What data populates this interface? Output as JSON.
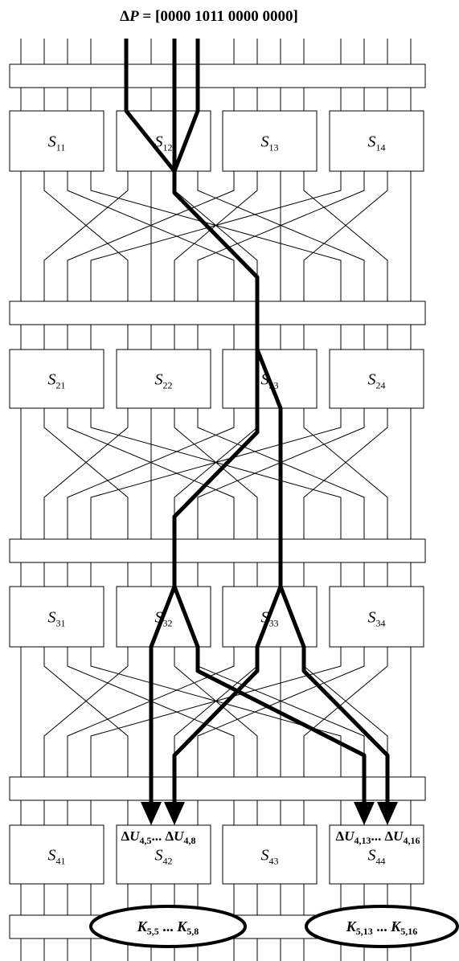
{
  "title": {
    "prefix": "Δ",
    "var": "P",
    "rest": " = [0000 1011 0000 0000]"
  },
  "rounds": [
    {
      "boxes": [
        {
          "sym": "S",
          "sub": "11"
        },
        {
          "sym": "S",
          "sub": "12"
        },
        {
          "sym": "S",
          "sub": "13"
        },
        {
          "sym": "S",
          "sub": "14"
        }
      ]
    },
    {
      "boxes": [
        {
          "sym": "S",
          "sub": "21"
        },
        {
          "sym": "S",
          "sub": "22"
        },
        {
          "sym": "S",
          "sub": "23"
        },
        {
          "sym": "S",
          "sub": "24"
        }
      ]
    },
    {
      "boxes": [
        {
          "sym": "S",
          "sub": "31"
        },
        {
          "sym": "S",
          "sub": "32"
        },
        {
          "sym": "S",
          "sub": "33"
        },
        {
          "sym": "S",
          "sub": "34"
        }
      ]
    },
    {
      "boxes": [
        {
          "sym": "S",
          "sub": "41"
        },
        {
          "sym": "S",
          "sub": "42"
        },
        {
          "sym": "S",
          "sub": "43"
        },
        {
          "sym": "S",
          "sub": "44"
        }
      ]
    }
  ],
  "output_deltas": {
    "left": {
      "a": {
        "d": "Δ",
        "v": "U",
        "sub": "4,5"
      },
      "dots": "...",
      "b": {
        "d": "Δ",
        "v": "U",
        "sub": "4,8"
      }
    },
    "right": {
      "a": {
        "d": "Δ",
        "v": "U",
        "sub": "4,13"
      },
      "dots": "...",
      "b": {
        "d": "Δ",
        "v": "U",
        "sub": "4,16"
      }
    }
  },
  "keys": {
    "left": {
      "a": {
        "v": "K",
        "sub": "5,5"
      },
      "dots": "...",
      "b": {
        "v": "K",
        "sub": "5,8"
      }
    },
    "right": {
      "a": {
        "v": "K",
        "sub": "5,13"
      },
      "dots": "...",
      "b": {
        "v": "K",
        "sub": "5,16"
      }
    }
  }
}
